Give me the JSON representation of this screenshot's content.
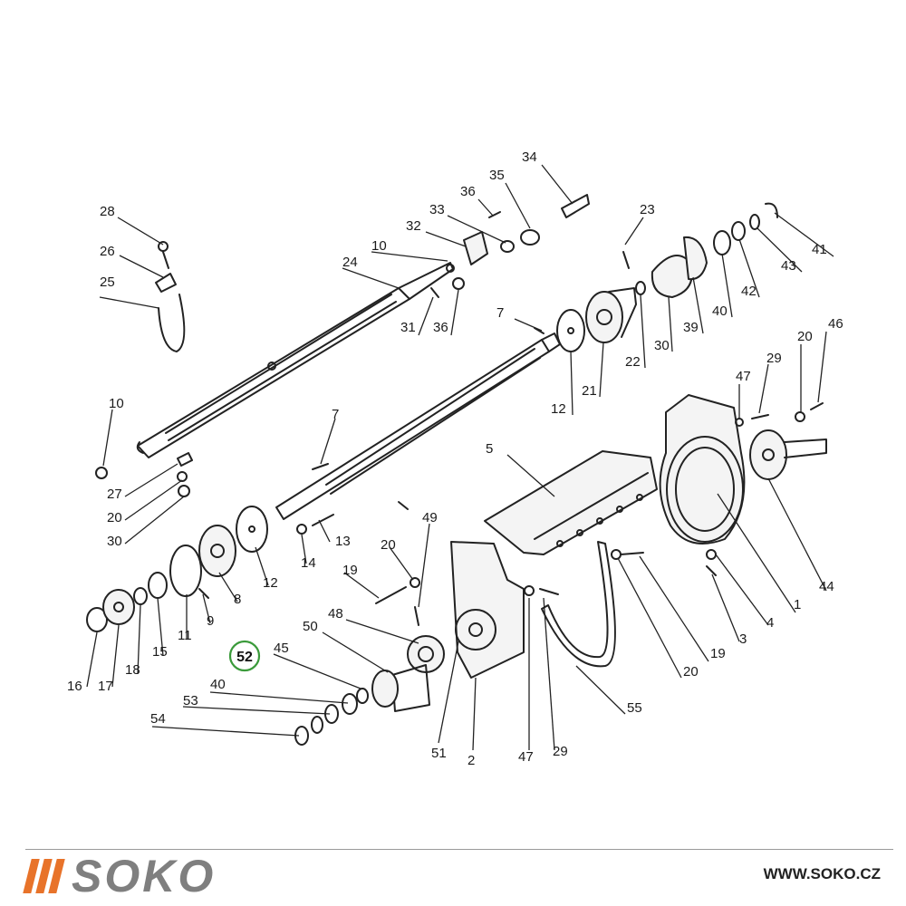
{
  "brand": {
    "name": "SOKO",
    "accent_color": "#e8732a",
    "text_color": "#7f7f7f",
    "website": "WWW.SOKO.CZ"
  },
  "highlight": {
    "label": "52",
    "color": "#3a9a3a"
  },
  "callouts": [
    "34",
    "35",
    "36",
    "33",
    "32",
    "10",
    "24",
    "28",
    "26",
    "25",
    "23",
    "41",
    "43",
    "42",
    "40",
    "39",
    "30",
    "22",
    "21",
    "12",
    "7",
    "31",
    "36",
    "10",
    "27",
    "20",
    "30",
    "7",
    "20",
    "46",
    "29",
    "47",
    "5",
    "44",
    "1",
    "4",
    "3",
    "19",
    "20",
    "55",
    "29",
    "47",
    "2",
    "51",
    "49",
    "48",
    "50",
    "45",
    "40",
    "53",
    "54",
    "13",
    "14",
    "20",
    "19",
    "12",
    "8",
    "9",
    "11",
    "15",
    "18",
    "17",
    "16"
  ]
}
